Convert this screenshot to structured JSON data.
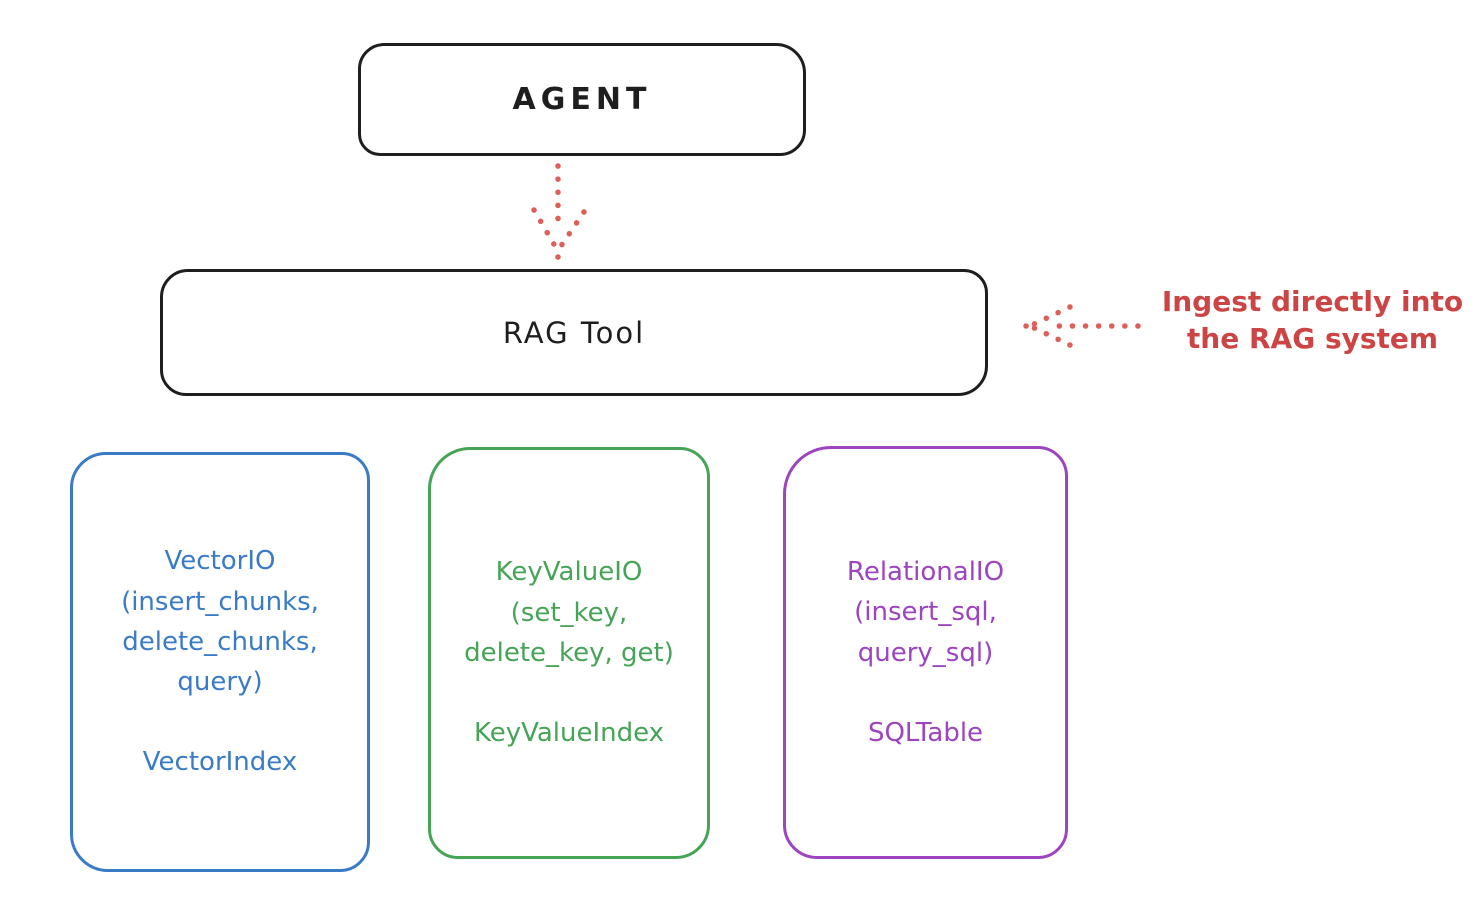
{
  "nodes": {
    "agent": {
      "label": "AGENT"
    },
    "rag_tool": {
      "label": "RAG Tool"
    },
    "vector_io": {
      "title": "VectorIO\n(insert_chunks,\ndelete_chunks,\nquery)",
      "subtitle": "VectorIndex"
    },
    "key_value_io": {
      "title": "KeyValueIO\n(set_key,\ndelete_key, get)",
      "subtitle": "KeyValueIndex"
    },
    "relational_io": {
      "title": "RelationalIO\n(insert_sql,\nquery_sql)",
      "subtitle": "SQLTable"
    }
  },
  "annotations": {
    "ingest": {
      "text": "Ingest directly into\nthe RAG system"
    }
  },
  "colors": {
    "ink": "#1e1e1e",
    "red_text": "#cc4544",
    "red_arrow": "#dd5f58",
    "blue": "#3a7bc8",
    "green": "#46a456",
    "purple": "#9d44c0",
    "background": "#ffffff"
  }
}
